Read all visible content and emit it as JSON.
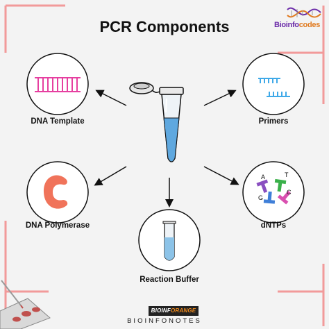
{
  "title": "PCR Components",
  "logo_top": {
    "main": "Bioinfo",
    "accent": "codes"
  },
  "components": [
    {
      "key": "dna-template",
      "label": "DNA Template"
    },
    {
      "key": "primers",
      "label": "Primers"
    },
    {
      "key": "dna-polymerase",
      "label": "DNA Polymerase"
    },
    {
      "key": "dntps",
      "label": "dNTPs"
    },
    {
      "key": "reaction-buffer",
      "label": "Reaction Buffer"
    }
  ],
  "dntp_letters": {
    "a": "A",
    "t": "T",
    "g": "G",
    "c": "C"
  },
  "footer": {
    "brand_main": "BIOINF",
    "brand_accent": "ORANGE",
    "sub": "BIOINFONOTES"
  },
  "colors": {
    "accent_pink": "#f29a9a",
    "template_magenta": "#e63fa0",
    "primer_blue": "#3fa9e8",
    "polymerase": "#f0735a",
    "tube_liquid": "#5fa8df",
    "buffer_liquid": "#8cc3e8",
    "dntp_purple": "#8a4fc0",
    "dntp_green": "#3ab04a",
    "dntp_blue": "#3f7fd8",
    "dntp_magenta": "#d94fb0"
  }
}
